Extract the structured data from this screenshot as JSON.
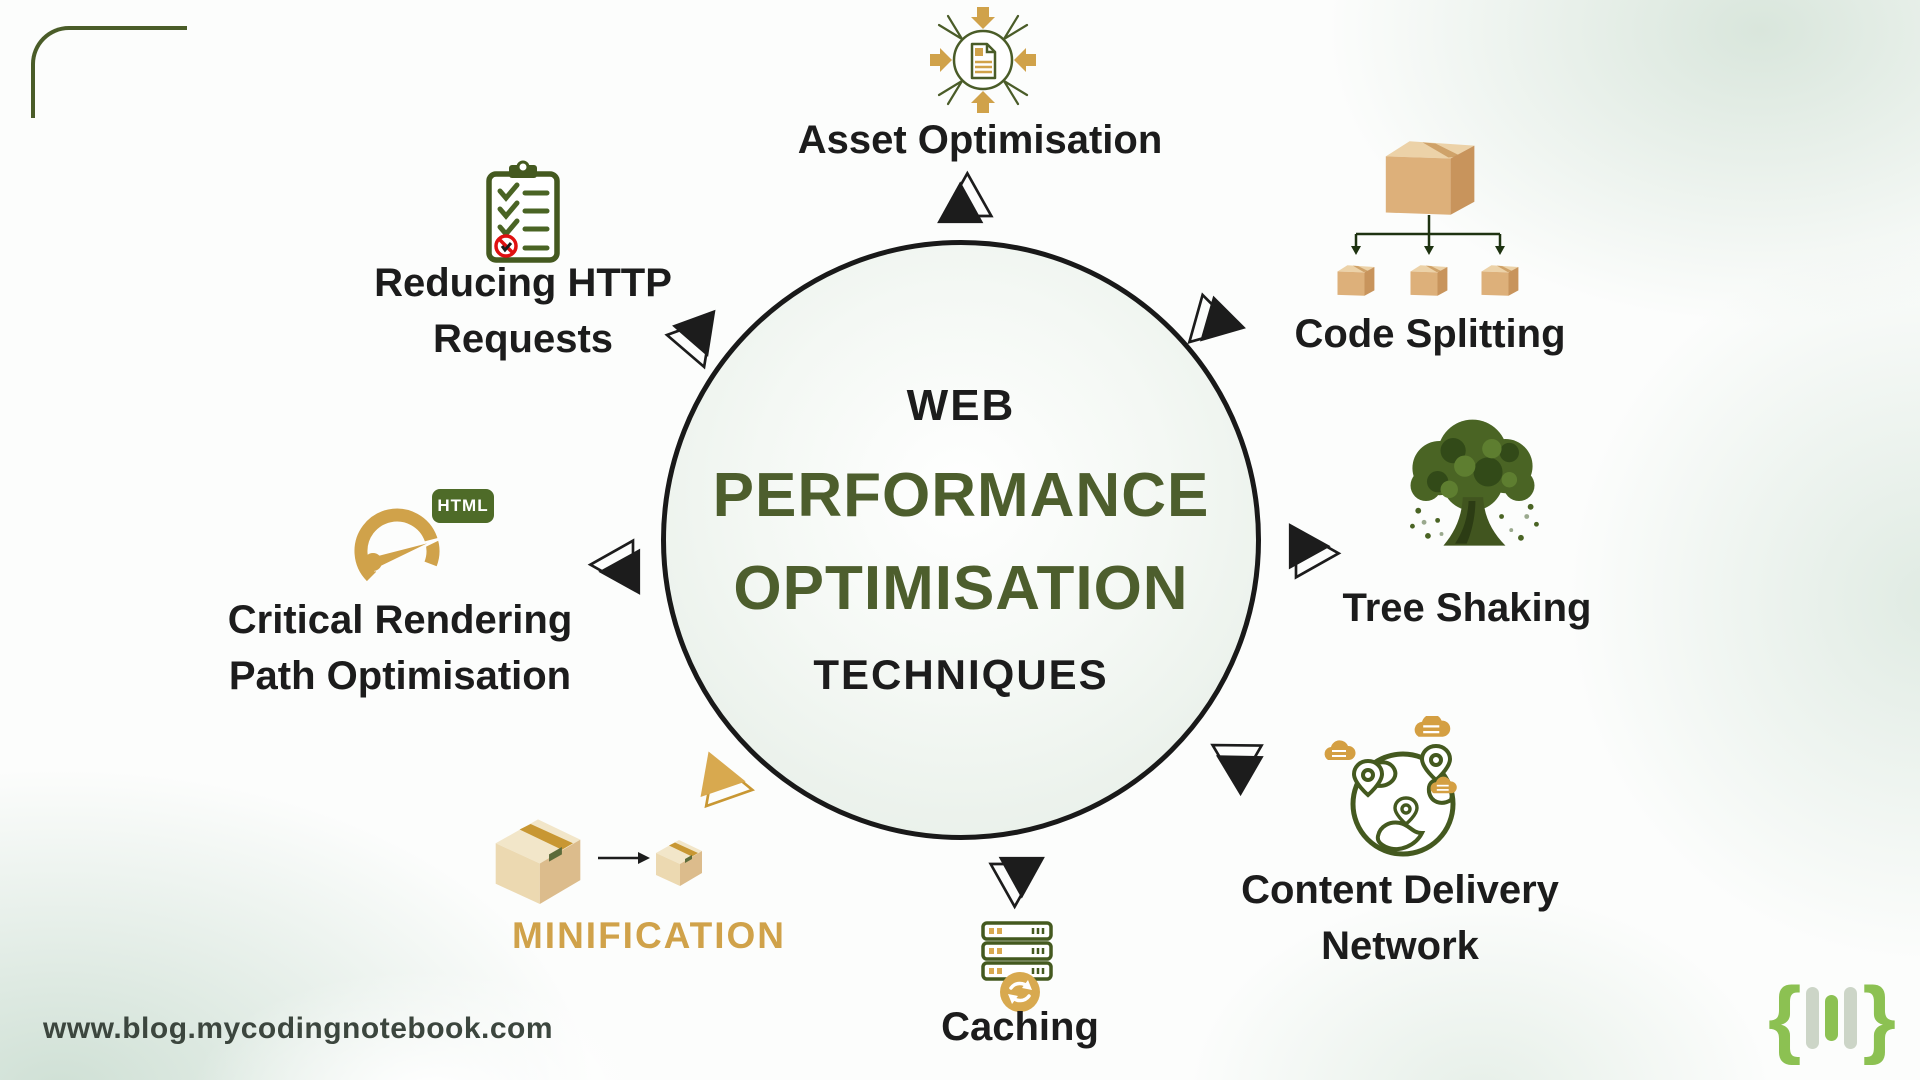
{
  "center": {
    "kicker": "WEB",
    "title_line1": "PERFORMANCE",
    "title_line2": "OPTIMISATION",
    "subtitle": "TECHNIQUES"
  },
  "nodes": {
    "asset_optimisation": {
      "label": "Asset Optimisation",
      "icon": "compress-file-icon"
    },
    "code_splitting": {
      "label": "Code Splitting",
      "icon": "box-splitting-icon"
    },
    "tree_shaking": {
      "label": "Tree Shaking",
      "icon": "tree-icon"
    },
    "content_delivery_network": {
      "label_line1": "Content Delivery",
      "label_line2": "Network",
      "icon": "globe-cdn-icon"
    },
    "caching": {
      "label": "Caching",
      "icon": "server-refresh-icon"
    },
    "minification": {
      "label": "MINIFICATION",
      "icon": "box-shrink-icon"
    },
    "critical_rendering_path": {
      "label_line1": "Critical Rendering",
      "label_line2": "Path Optimisation",
      "badge": "HTML",
      "icon": "speedometer-icon"
    },
    "reducing_http_requests": {
      "label_line1": "Reducing HTTP",
      "label_line2": "Requests",
      "icon": "clipboard-checklist-icon"
    }
  },
  "footer": {
    "url": "www.blog.mycodingnotebook.com"
  },
  "logo": {
    "open_brace": "{",
    "close_brace": "}"
  },
  "colors": {
    "olive_green": "#4d5e2d",
    "dark_green": "#44591f",
    "gold": "#d0a24a",
    "tan": "#ddb07a",
    "black": "#1c1c1c",
    "red": "#e01010",
    "logo_green": "#8cc152",
    "mint": "#dbe7de"
  }
}
